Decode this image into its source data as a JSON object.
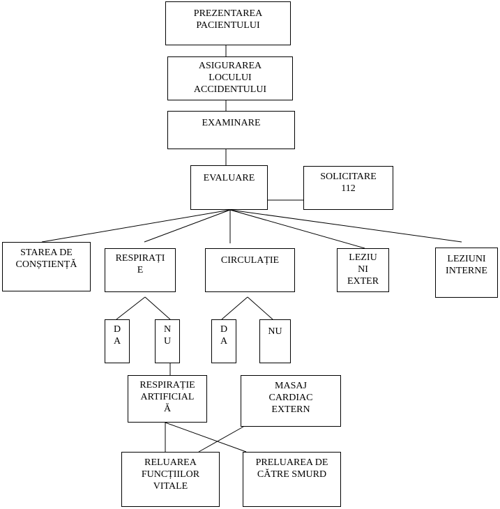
{
  "nodes": {
    "prezentarea": "PREZENTAREA\nPACIENTULUI",
    "asigurarea": "ASIGURAREA\nLOCULUI\nACCIDENTULUI",
    "examinare": "EXAMINARE",
    "evaluare": "EVALUARE",
    "solicitare": "SOLICITARE\n112",
    "starea": "STAREA DE\nCONȘTIENȚĂ",
    "respiratie": "RESPIRAȚI\nE",
    "circulatie": "CIRCULAȚIE",
    "leziuni_externe": "LEZIU\nNI\nEXTER",
    "leziuni_interne": "LEZIUNI\nINTERNE",
    "resp_da": "D\nA",
    "resp_nu": "N\nU",
    "circ_da": "D\nA",
    "circ_nu": "NU",
    "respiratie_artificiala": "RESPIRAȚIE\nARTIFICIAL\nĂ",
    "masaj": "MASAJ\nCARDIAC\nEXTERN",
    "reluarea": "RELUAREA\nFUNCȚIILOR\nVITALE",
    "preluarea": "PRELUAREA DE\nCĂTRE SMURD"
  }
}
